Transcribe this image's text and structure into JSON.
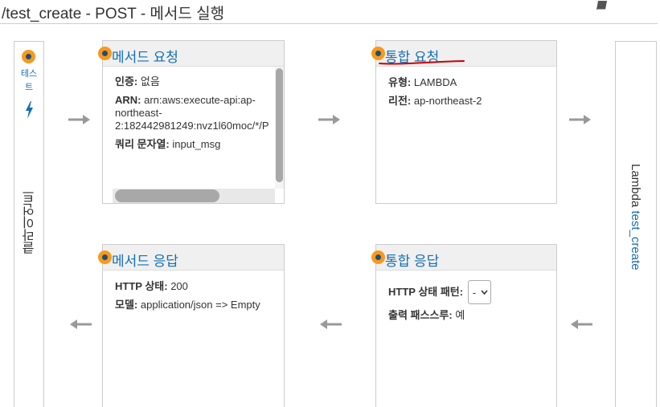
{
  "header": {
    "title": "/test_create - POST - 메서드 실행"
  },
  "client": {
    "test_label": "테스트",
    "label": "클라이언트"
  },
  "lambda": {
    "prefix": "Lambda",
    "function": "test_create"
  },
  "method_request": {
    "title": "메서드 요청",
    "auth_key": "인증:",
    "auth_value": "없음",
    "arn_key": "ARN:",
    "arn_line1": "arn:aws:execute-api:ap-",
    "arn_line2": "northeast-",
    "arn_line3": "2:182442981249:nvz1l60moc/*/P",
    "query_key": "쿼리 문자열:",
    "query_value": "input_msg"
  },
  "integration_request": {
    "title": "통합 요청",
    "type_key": "유형:",
    "type_value": "LAMBDA",
    "region_key": "리전:",
    "region_value": "ap-northeast-2"
  },
  "method_response": {
    "title": "메서드 응답",
    "status_key": "HTTP 상태:",
    "status_value": "200",
    "model_key": "모델:",
    "model_value": "application/json => Empty"
  },
  "integration_response": {
    "title": "통합 응답",
    "pattern_key": "HTTP 상태 패턴:",
    "pattern_value": "-",
    "passthrough_key": "출력 패스스루:",
    "passthrough_value": "예"
  },
  "colors": {
    "link": "#146eb4",
    "dot_outer": "#f8991d",
    "dot_inner": "#1f4e79",
    "arrow": "#999999",
    "red_underline": "#cc0000"
  }
}
